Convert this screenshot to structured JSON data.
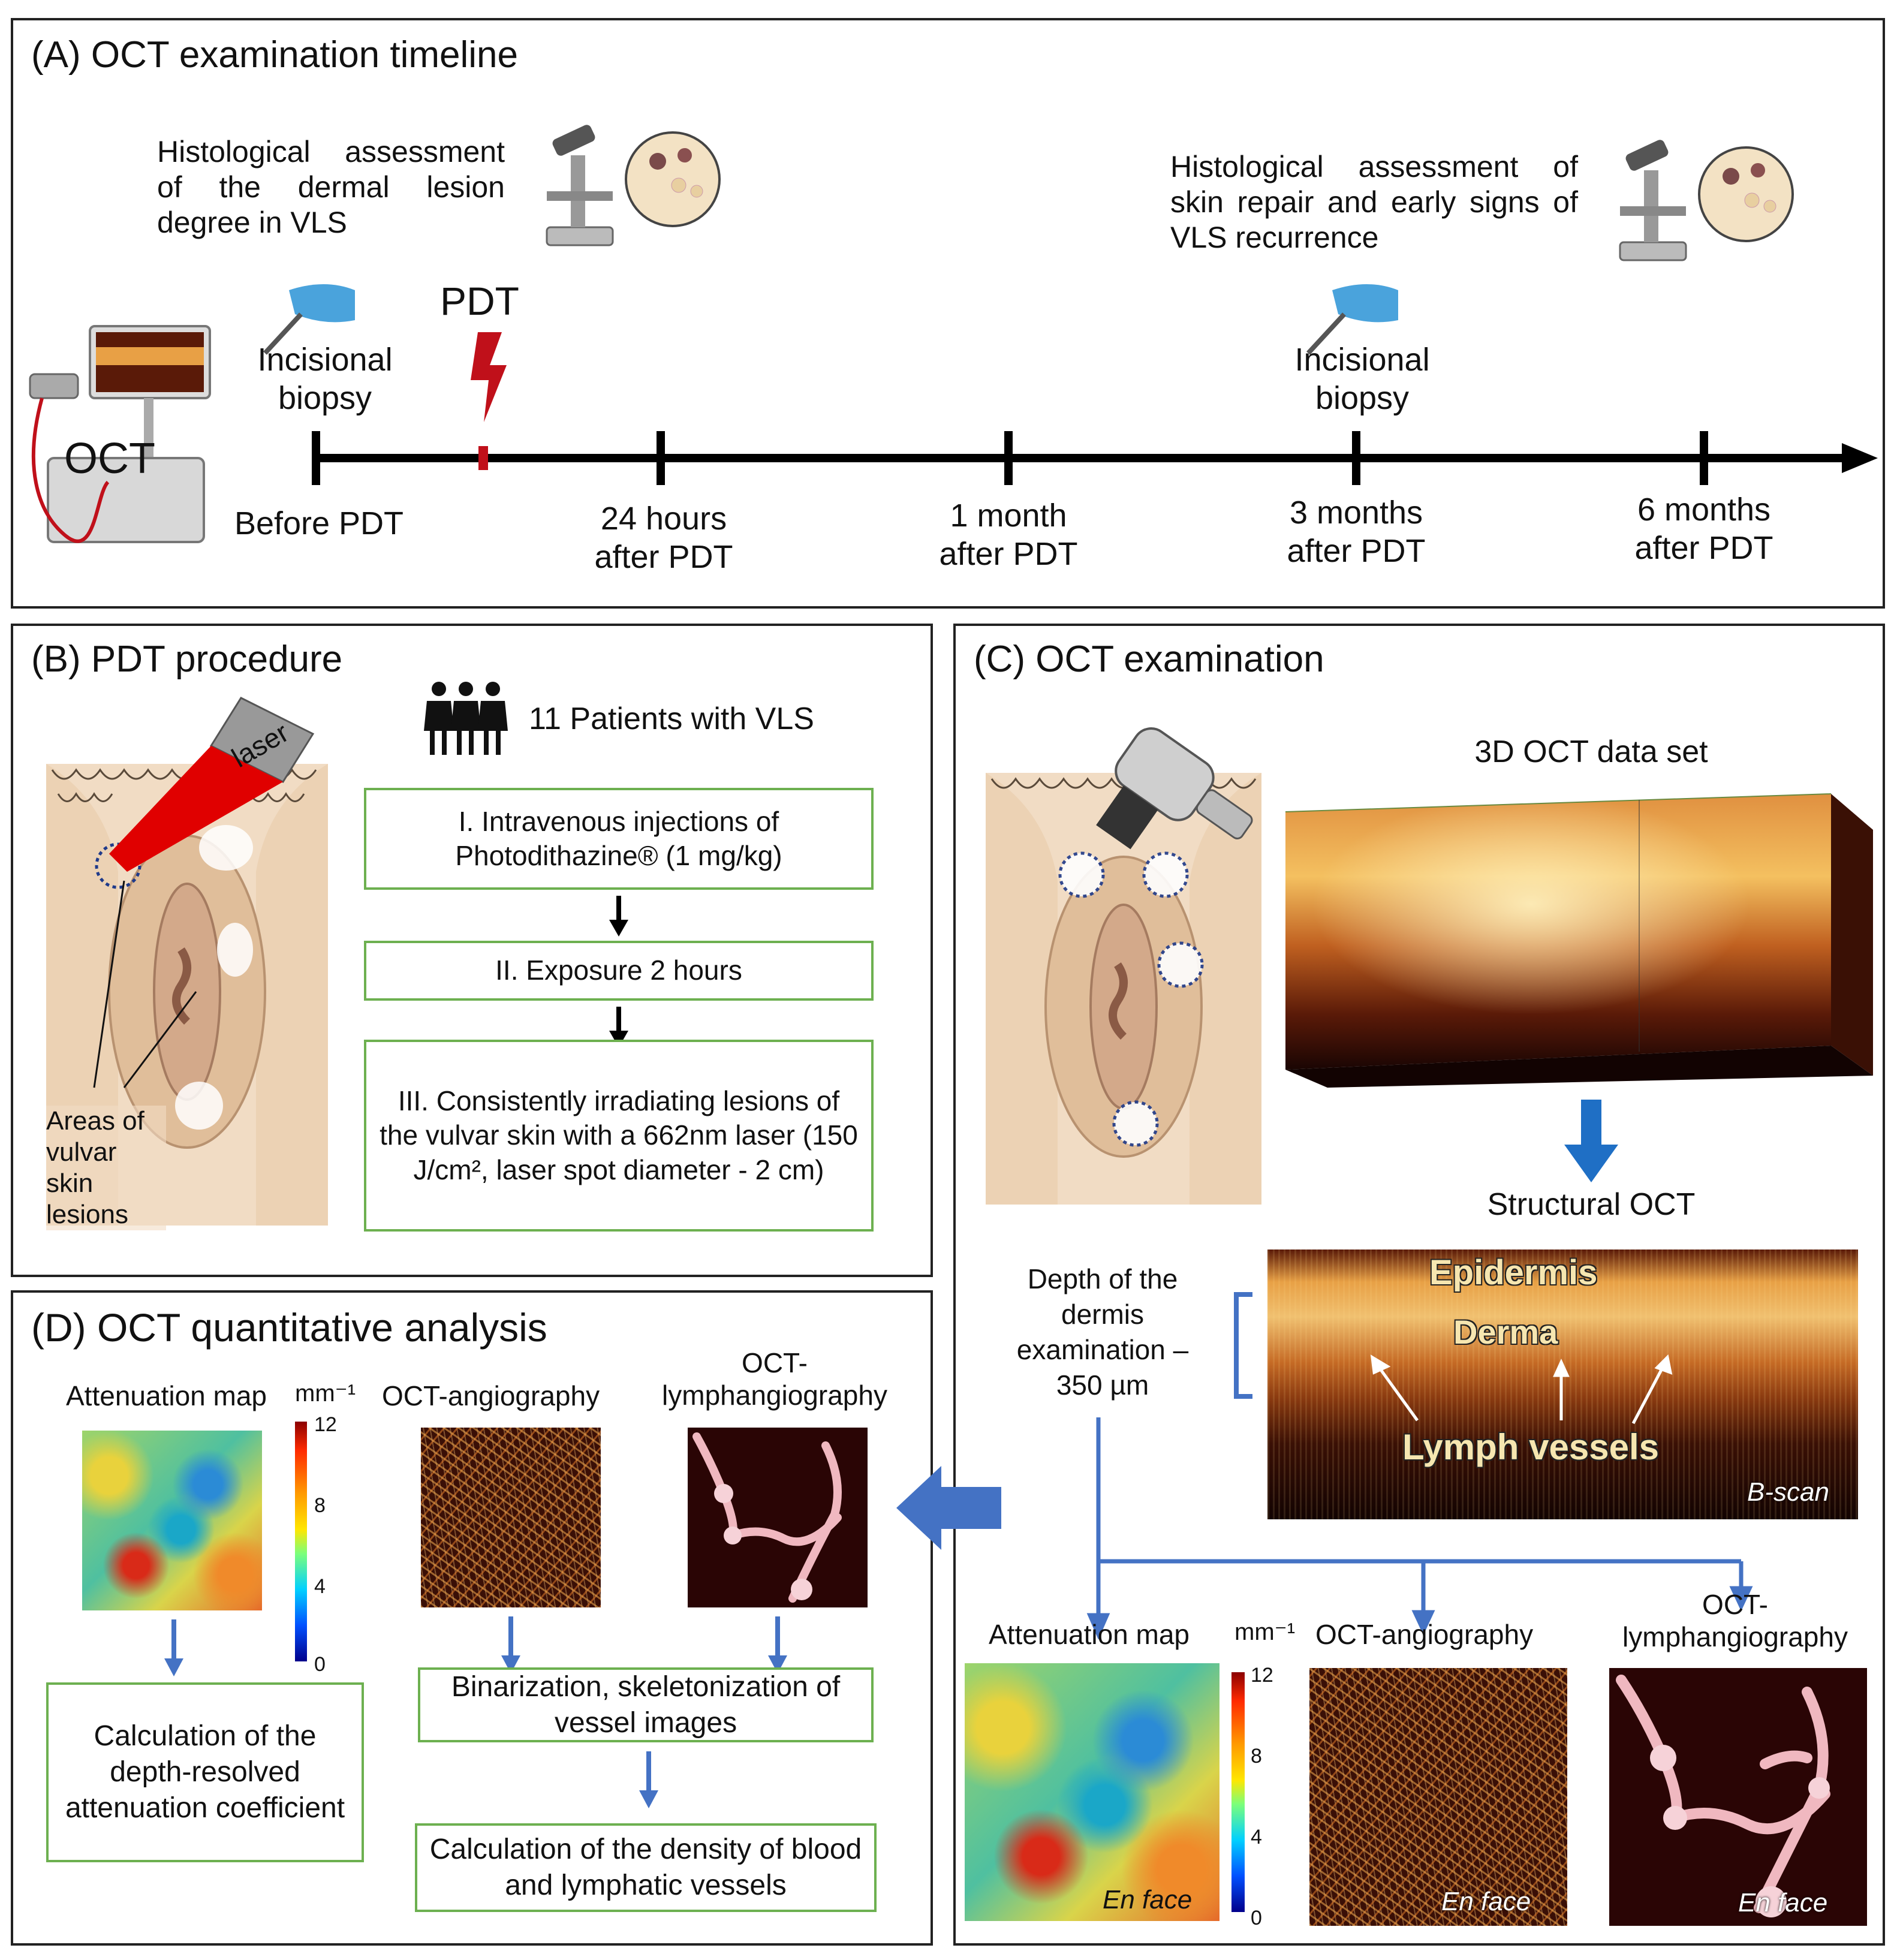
{
  "panelA": {
    "title": "(A) OCT examination timeline",
    "histo_left": "Histological assessment of the dermal lesion degree in VLS",
    "histo_right": "Histological assessment of skin repair and early signs of VLS recurrence",
    "biopsy_left": "Incisional biopsy",
    "biopsy_right": "Incisional biopsy",
    "pdt_label": "PDT",
    "oct_device_label": "OCT",
    "timepoints": [
      "Before PDT",
      "24 hours after PDT",
      "1 month after PDT",
      "3 months after PDT",
      "6 months after PDT"
    ]
  },
  "panelB": {
    "title": "(B) PDT procedure",
    "laser_label": "laser",
    "patients": "11 Patients with VLS",
    "lesion_label": "Areas of vulvar skin lesions",
    "step1": "I. Intravenous injections of Photodithazine® (1 mg/kg)",
    "step2": "II. Exposure 2 hours",
    "step3": "III. Consistently irradiating lesions of the vulvar skin with a 662nm laser (150 J/cm², laser spot diameter - 2 cm)"
  },
  "panelC": {
    "title": "(C) OCT examination",
    "dataset_title": "3D OCT data set",
    "structural_title": "Structural OCT",
    "depth_text": "Depth of the dermis examination – 350 µm",
    "epidermis": "Epidermis",
    "derma": "Derma",
    "lymph_vessels": "Lymph vessels",
    "bscan": "B-scan",
    "atten_title": "Attenuation map",
    "unit": "mm⁻¹",
    "angio_title": "OCT-angiography",
    "lymph_title": "OCT-lymphangiography",
    "enface": "En face",
    "colorbar_ticks": [
      "12",
      "8",
      "4",
      "0"
    ]
  },
  "panelD": {
    "title": "(D) OCT quantitative analysis",
    "atten_title": "Attenuation map",
    "unit": "mm⁻¹",
    "angio_title": "OCT-angiography",
    "lymph_title": "OCT-lymphangiography",
    "colorbar_ticks": [
      "12",
      "8",
      "4",
      "0"
    ],
    "box_atten": "Calculation of the depth-resolved attenuation coefficient",
    "box_binar": "Binarization, skeletonization of vessel images",
    "box_density": "Calculation of the density of blood and lymphatic vessels"
  },
  "colors": {
    "arrow_blue": "#4472c4",
    "box_green": "#6db050",
    "pdt_red": "#c0101a"
  }
}
